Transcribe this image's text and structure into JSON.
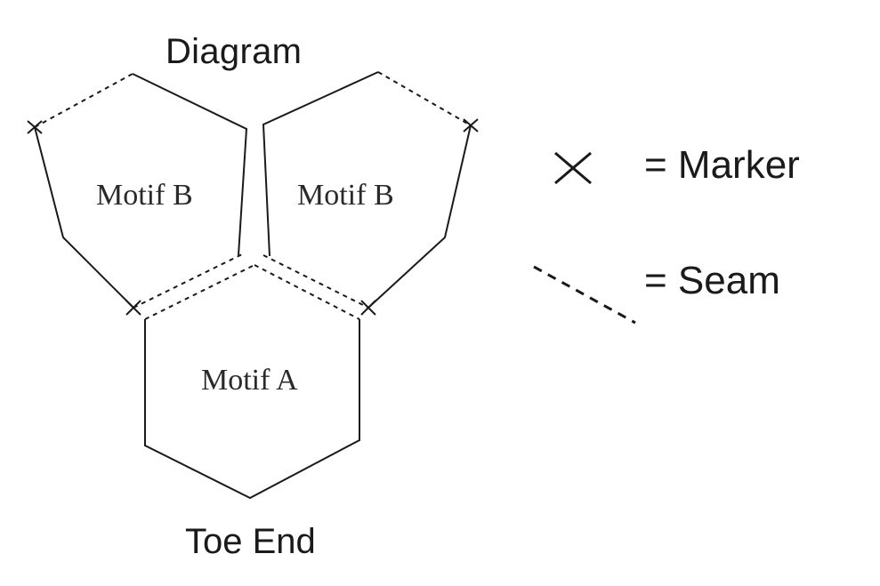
{
  "title": "Diagram",
  "footer": "Toe End",
  "motifs": {
    "left": "Motif B",
    "right": "Motif B",
    "bottom": "Motif A"
  },
  "legend": {
    "marker": "= Marker",
    "seam": "= Seam"
  },
  "colors": {
    "line": "#1a1a1a",
    "background": "#ffffff"
  }
}
